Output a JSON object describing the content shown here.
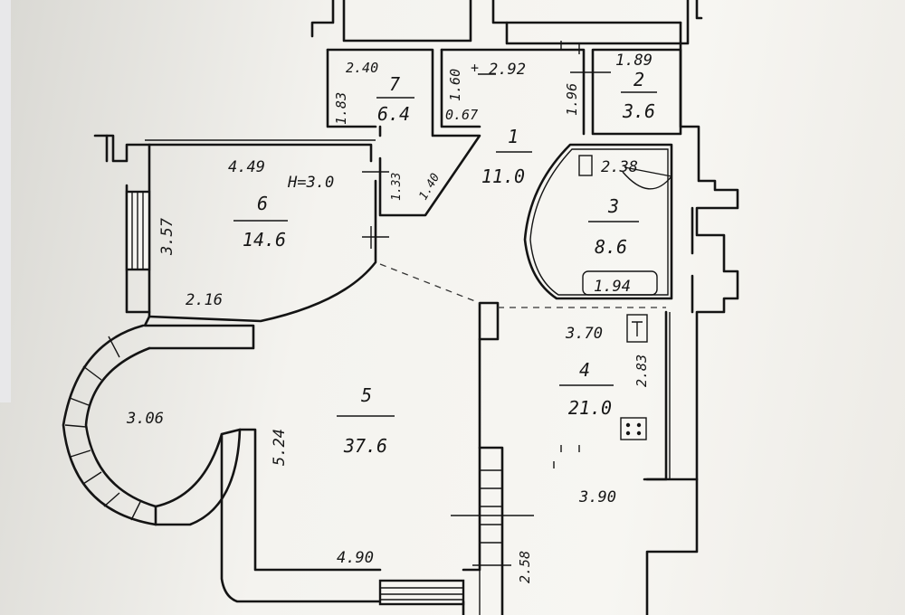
{
  "rooms": [
    {
      "number": "1",
      "area": "11.0"
    },
    {
      "number": "2",
      "area": "3.6"
    },
    {
      "number": "3",
      "area": "8.6"
    },
    {
      "number": "4",
      "area": "21.0"
    },
    {
      "number": "5",
      "area": "37.6"
    },
    {
      "number": "6",
      "area": "14.6"
    },
    {
      "number": "7",
      "area": "6.4"
    }
  ],
  "dimensions": {
    "r1_top": "2.92",
    "r1_left": "1.60",
    "r1_small": "0.67",
    "r1_right": "1.96",
    "r1_plus": "+",
    "r2_top": "1.89",
    "r3_top": "2.38",
    "r3_bath": "1.94",
    "r4_top": "3.70",
    "r4_right": "2.83",
    "r4_bottom": "3.90",
    "r5_left": "5.24",
    "r5_bottom": "4.90",
    "r5_round": "3.06",
    "stair": "2.58",
    "r6_top": "4.49",
    "r6_height": "H=3.0",
    "r6_left": "3.57",
    "r6_bottom": "2.16",
    "r6_right": "1.33",
    "r7_top": "2.40",
    "r7_left": "1.83",
    "r7_diag": "1.40"
  }
}
